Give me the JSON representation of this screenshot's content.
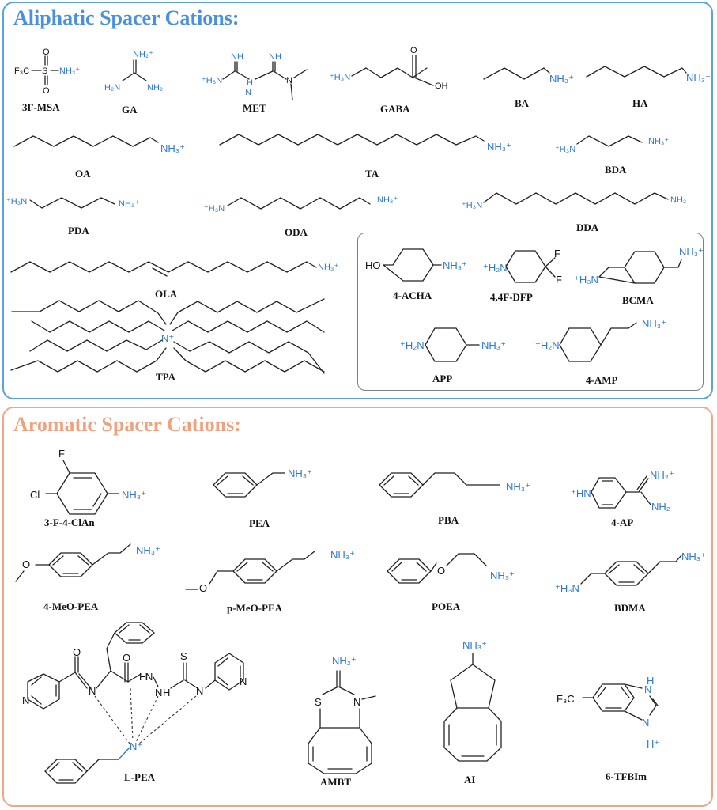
{
  "aliphatic": {
    "title": "Aliphatic Spacer Cations:",
    "molecules": [
      {
        "id": "3f-msa",
        "label": "3F-MSA"
      },
      {
        "id": "ga",
        "label": "GA"
      },
      {
        "id": "met",
        "label": "MET"
      },
      {
        "id": "gaba",
        "label": "GABA"
      },
      {
        "id": "ba",
        "label": "BA"
      },
      {
        "id": "ha",
        "label": "HA"
      },
      {
        "id": "oa",
        "label": "OA"
      },
      {
        "id": "ta",
        "label": "TA"
      },
      {
        "id": "bda",
        "label": "BDA"
      },
      {
        "id": "pda",
        "label": "PDA"
      },
      {
        "id": "oda",
        "label": "ODA"
      },
      {
        "id": "dda",
        "label": "DDA"
      },
      {
        "id": "ola",
        "label": "OLA"
      },
      {
        "id": "tpa",
        "label": "TPA"
      },
      {
        "id": "4-acha",
        "label": "4-ACHA"
      },
      {
        "id": "44f-dfp",
        "label": "4,4F-DFP"
      },
      {
        "id": "bcma",
        "label": "BCMA"
      },
      {
        "id": "app",
        "label": "APP"
      },
      {
        "id": "4-amp",
        "label": "4-AMP"
      }
    ]
  },
  "aromatic": {
    "title": "Aromatic Spacer Cations:",
    "molecules": [
      {
        "id": "3-f-4-clan",
        "label": "3-F-4-ClAn"
      },
      {
        "id": "pea",
        "label": "PEA"
      },
      {
        "id": "pba",
        "label": "PBA"
      },
      {
        "id": "4-ap",
        "label": "4-AP"
      },
      {
        "id": "4-meo-pea",
        "label": "4-MeO-PEA"
      },
      {
        "id": "p-meo-pea",
        "label": "p-MeO-PEA"
      },
      {
        "id": "poea",
        "label": "POEA"
      },
      {
        "id": "bdma",
        "label": "BDMA"
      },
      {
        "id": "l-pea",
        "label": "L-PEA"
      },
      {
        "id": "ambt",
        "label": "AMBT"
      },
      {
        "id": "ai",
        "label": "AI"
      },
      {
        "id": "6-tfbim",
        "label": "6-TFBIm"
      }
    ]
  },
  "atoms": {
    "nh3p": "NH₃⁺",
    "h3np": "⁺H₃N",
    "h2np": "⁺H₂N",
    "nh2p": "NH₂⁺",
    "nh2": "NH₂",
    "h2n": "H₂N",
    "nh": "NH",
    "n": "N",
    "np": "N⁺",
    "hnp": "⁺HN",
    "o": "O",
    "oh": "OH",
    "ho": "HO",
    "s": "S",
    "f": "F",
    "cl": "Cl",
    "h": "H",
    "hp": "H⁺",
    "f3c": "F₃C",
    "f3cs": "F₃C",
    "nh3p_small": "NH₃⁺"
  }
}
